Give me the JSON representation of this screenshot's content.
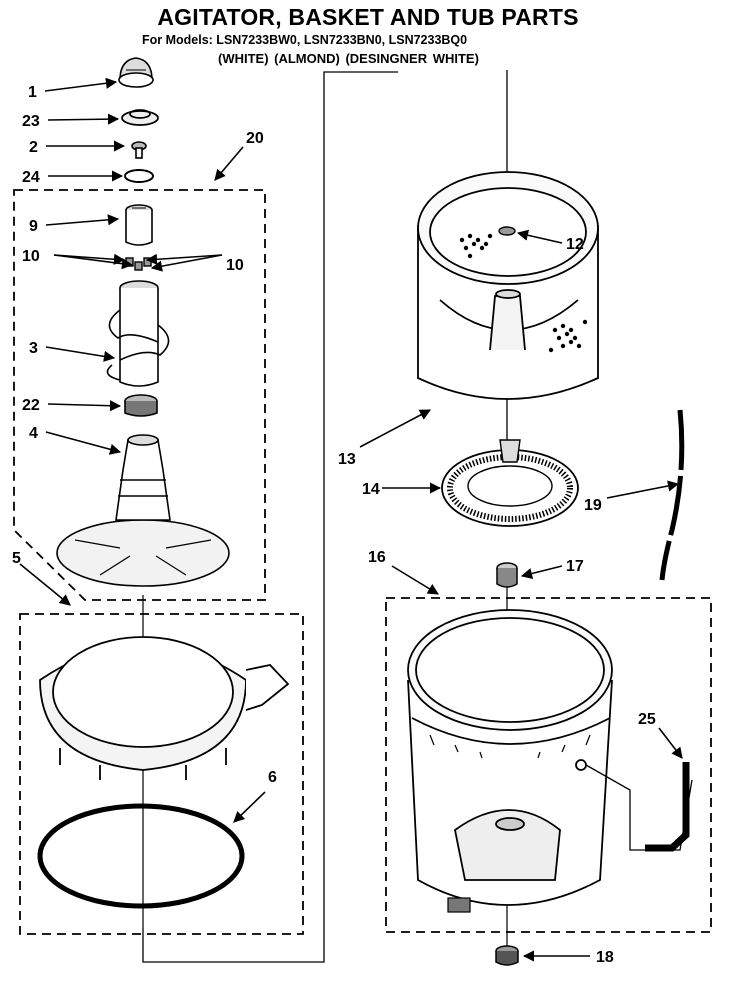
{
  "title": "AGITATOR, BASKET AND TUB PARTS",
  "models": "For Models: LSN7233BW0, LSN7233BN0, LSN7233BQ0",
  "colors": "(WHITE)    (ALMOND) (DESINGNER WHITE)",
  "callouts": {
    "c1": "1",
    "c23": "23",
    "c2": "2",
    "c24": "24",
    "c20": "20",
    "c9": "9",
    "c10a": "10",
    "c10b": "10",
    "c3": "3",
    "c22": "22",
    "c4": "4",
    "c5": "5",
    "c6": "6",
    "c12": "12",
    "c13": "13",
    "c14": "14",
    "c19": "19",
    "c16": "16",
    "c17": "17",
    "c25": "25",
    "c18": "18"
  }
}
